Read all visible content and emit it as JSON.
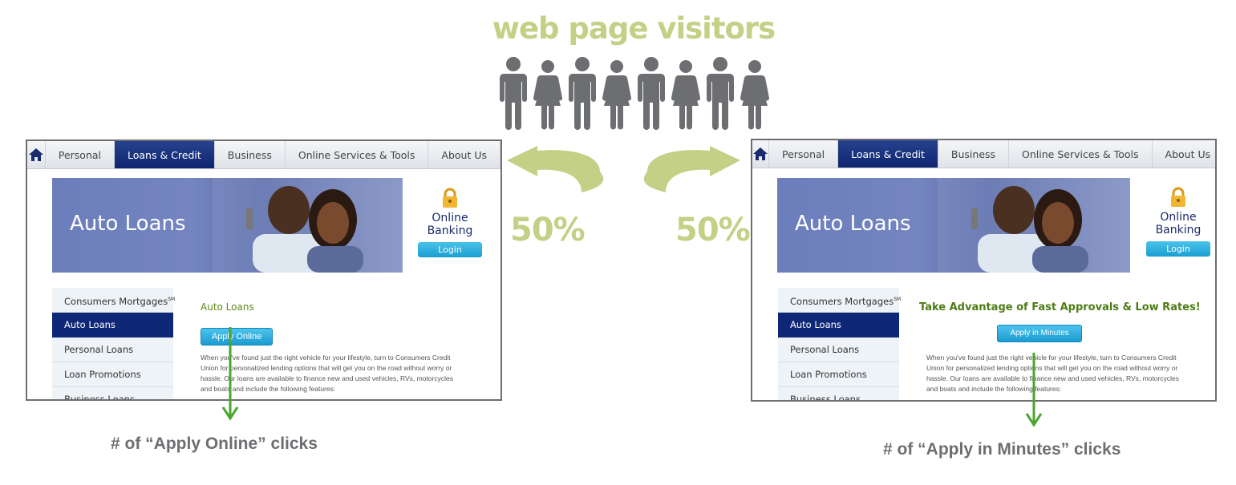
{
  "colors": {
    "accent_green": "#c3d085",
    "arrow_green": "#49a52e",
    "figure_gray": "#6d6e71",
    "nav_active": "#1a3283",
    "metric_gray": "#6d6e71"
  },
  "headline": "web page visitors",
  "visitor_icons": [
    "man-icon",
    "woman-icon",
    "man-icon",
    "woman-icon",
    "man-icon",
    "woman-icon",
    "man-icon",
    "woman-icon"
  ],
  "split": {
    "left_percent": "50%",
    "right_percent": "50%"
  },
  "variant_a": {
    "nav": {
      "home_icon": "home-icon",
      "items": [
        "Personal",
        "Loans & Credit",
        "Business",
        "Online Services & Tools",
        "About Us"
      ],
      "active": "Loans & Credit"
    },
    "hero_title": "Auto Loans",
    "online_banking": {
      "line1": "Online",
      "line2": "Banking",
      "login": "Login"
    },
    "sidenav": [
      "Consumers Mortgages",
      "Auto Loans",
      "Personal Loans",
      "Loan Promotions",
      "Business Loans"
    ],
    "sidenav_mark": "SM",
    "sidenav_active": "Auto Loans",
    "content_title": "Auto Loans",
    "cta_label": "Apply Online",
    "body_lines": [
      "When you've found just the right vehicle for your lifestyle, turn to Consumers Credit",
      "Union for personalized lending options that will get you on the road without worry or",
      "hassle. Our loans are available to finance new and used vehicles, RVs, motorcycles",
      "and boats and include the following features:"
    ],
    "metric": "# of “Apply Online” clicks"
  },
  "variant_b": {
    "nav": {
      "home_icon": "home-icon",
      "items": [
        "Personal",
        "Loans & Credit",
        "Business",
        "Online Services & Tools",
        "About Us"
      ],
      "active": "Loans & Credit"
    },
    "hero_title": "Auto Loans",
    "online_banking": {
      "line1": "Online",
      "line2": "Banking",
      "login": "Login"
    },
    "sidenav": [
      "Consumers Mortgages",
      "Auto Loans",
      "Personal Loans",
      "Loan Promotions",
      "Business Loans"
    ],
    "sidenav_mark": "SM",
    "sidenav_active": "Auto Loans",
    "content_title": "Take Advantage of Fast Approvals & Low Rates!",
    "cta_label": "Apply in Minutes",
    "body_lines": [
      "When you've found just the right vehicle for your lifestyle, turn to Consumers Credit",
      "Union for personalized lending options that will get you on the road without worry or",
      "hassle. Our loans are available to finance new and used vehicles, RVs, motorcycles",
      "and boats and include the following features:"
    ],
    "metric": "# of “Apply in Minutes” clicks"
  }
}
